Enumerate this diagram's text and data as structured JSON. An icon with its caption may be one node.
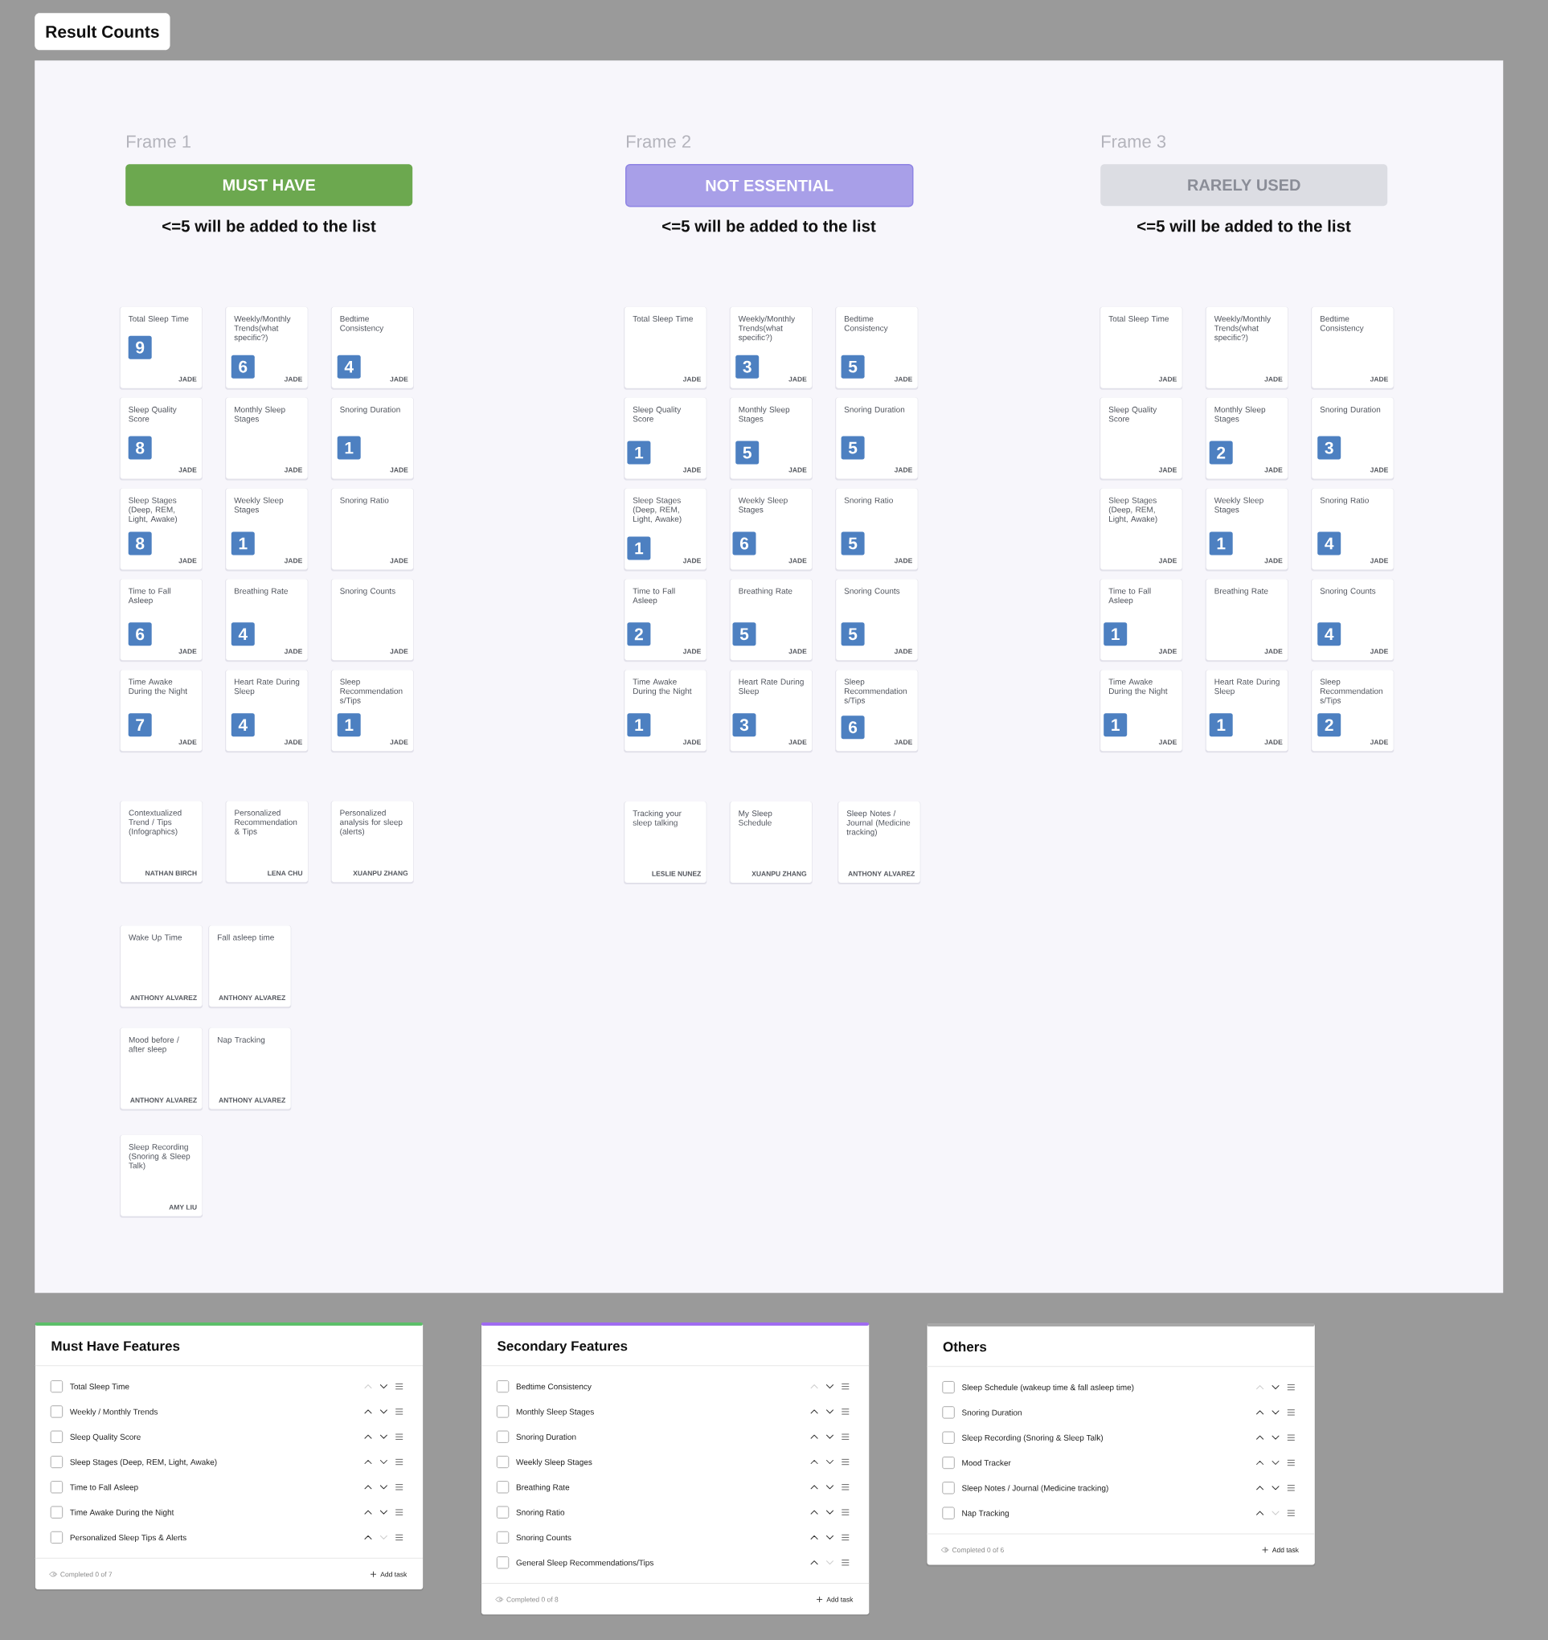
{
  "diagram": {
    "title": "Result Counts",
    "nodes": [
      {
        "text": [],
        "shape": "box"
      },
      {
        "text": [
          "MUST HAVE"
        ],
        "in": 0,
        "beside": [
          "<=5 will be added to the list"
        ]
      },
      {
        "text": [
          "Total Sleep Time",
          "JADE"
        ],
        "in": 0
      },
      {
        "text": [
          "9"
        ],
        "in": 2
      },
      {
        "text": [
          "Weekly/Monthly Trends(what specific?)",
          "JADE"
        ],
        "in": 0
      },
      {
        "text": [
          "6"
        ],
        "in": 4
      },
      {
        "text": [
          "Bedtime Consistency",
          "JADE"
        ],
        "in": 0
      },
      {
        "text": [
          "4"
        ],
        "in": 6
      },
      {
        "text": [
          "Sleep Quality Score",
          "JADE"
        ],
        "in": 0
      },
      {
        "text": [
          "8"
        ],
        "in": 8
      },
      {
        "text": [
          "Monthly Sleep Stages",
          "JADE"
        ],
        "in": 0
      },
      {
        "text": [
          "Snoring Duration",
          "JADE"
        ],
        "in": 0
      },
      {
        "text": [
          "1"
        ],
        "in": 11
      },
      {
        "text": [
          "Sleep Stages (Deep, REM, Light, Awake)",
          "JADE"
        ],
        "in": 0
      },
      {
        "text": [
          "8"
        ],
        "in": 13
      },
      {
        "text": [
          "Weekly Sleep Stages",
          "JADE"
        ],
        "in": 0
      },
      {
        "text": [
          "1"
        ],
        "in": 15
      },
      {
        "text": [
          "Snoring Ratio",
          "JADE"
        ],
        "in": 0
      },
      {
        "text": [
          "Time to Fall Asleep",
          "JADE"
        ],
        "in": 0
      },
      {
        "text": [
          "6"
        ],
        "in": 18
      },
      {
        "text": [
          "Breathing Rate",
          "JADE"
        ],
        "in": 0
      },
      {
        "text": [
          "4"
        ],
        "in": 20
      },
      {
        "text": [
          "Snoring Counts",
          "JADE"
        ],
        "in": 0
      },
      {
        "text": [
          "Time Awake During the Night",
          "JADE"
        ],
        "in": 0
      },
      {
        "text": [
          "7"
        ],
        "in": 23
      },
      {
        "text": [
          "Heart Rate During Sleep",
          "JADE"
        ],
        "in": 0
      },
      {
        "text": [
          "4"
        ],
        "in": 25
      },
      {
        "text": [
          "Sleep Recommendation s/Tips",
          "JADE"
        ],
        "in": 0
      },
      {
        "text": [
          "1"
        ],
        "in": 27
      },
      {
        "text": [
          "Contextualized Trend / Tips (Infographics)",
          "NATHAN BIRCH"
        ],
        "in": 0
      },
      {
        "text": [
          "Personalized Recommendation & Tips",
          "LENA CHU"
        ],
        "in": 0
      },
      {
        "text": [
          "Personalized analysis for sleep (alerts)",
          "XUANPU ZHANG"
        ],
        "in": 0
      },
      {
        "text": [
          "Wake Up Time",
          "ANTHONY ALVAREZ"
        ],
        "in": 0
      },
      {
        "text": [
          "Fall asleep time",
          "ANTHONY ALVAREZ"
        ],
        "in": 0
      },
      {
        "text": [
          "Mood before / after sleep",
          "ANTHONY ALVAREZ"
        ],
        "in": 0
      },
      {
        "text": [
          "Nap Tracking",
          "ANTHONY ALVAREZ"
        ],
        "in": 0
      },
      {
        "text": [
          "Sleep Recording (Snoring & Sleep Talk)",
          "AMY LIU"
        ],
        "in": 0
      },
      {
        "text": [
          "NOT ESSENTIAL"
        ],
        "in": 0,
        "beside": [
          "<=5 will be added to the list"
        ]
      },
      {
        "text": [
          "Total Sleep Time",
          "JADE"
        ],
        "in": 0
      },
      {
        "text": [
          "Weekly/Monthly Trends(what specific?)",
          "JADE"
        ],
        "in": 0
      },
      {
        "text": [
          "3"
        ],
        "in": 39
      },
      {
        "text": [
          "Bedtime Consistency",
          "JADE"
        ],
        "in": 0
      },
      {
        "text": [
          "5"
        ],
        "in": 41
      },
      {
        "text": [
          "Sleep Quality Score",
          "JADE"
        ],
        "in": 0
      },
      {
        "text": [
          "1"
        ],
        "in": 43
      },
      {
        "text": [
          "Monthly Sleep Stages",
          "JADE"
        ],
        "in": 0
      },
      {
        "text": [
          "5"
        ],
        "in": 45
      },
      {
        "text": [
          "Snoring Duration",
          "JADE"
        ],
        "in": 0
      },
      {
        "text": [
          "5"
        ],
        "in": 47
      },
      {
        "text": [
          "Sleep Stages (Deep, REM, Light, Awake)",
          "JADE"
        ],
        "in": 0
      },
      {
        "text": [
          "1"
        ],
        "in": 49
      },
      {
        "text": [
          "Weekly Sleep Stages",
          "JADE"
        ],
        "in": 0
      },
      {
        "text": [
          "6"
        ],
        "in": 51
      },
      {
        "text": [
          "Snoring Ratio",
          "JADE"
        ],
        "in": 0
      },
      {
        "text": [
          "5"
        ],
        "in": 53
      },
      {
        "text": [
          "Time to Fall Asleep",
          "JADE"
        ],
        "in": 0
      },
      {
        "text": [
          "2"
        ],
        "in": 55
      },
      {
        "text": [
          "Breathing Rate",
          "JADE"
        ],
        "in": 0
      },
      {
        "text": [
          "5"
        ],
        "in": 57
      },
      {
        "text": [
          "Snoring Counts",
          "JADE"
        ],
        "in": 0
      },
      {
        "text": [
          "5"
        ],
        "in": 59
      },
      {
        "text": [
          "Time Awake During the Night",
          "JADE"
        ],
        "in": 0
      },
      {
        "text": [
          "1"
        ],
        "in": 61
      },
      {
        "text": [
          "Heart Rate During Sleep",
          "JADE"
        ],
        "in": 0
      },
      {
        "text": [
          "3"
        ],
        "in": 63
      },
      {
        "text": [
          "Sleep Recommendation s/Tips",
          "JADE"
        ],
        "in": 0
      },
      {
        "text": [
          "6"
        ],
        "in": 65
      },
      {
        "text": [
          "Tracking your sleep talking",
          "LESLIE NUNEZ"
        ],
        "in": 0
      },
      {
        "text": [
          "My Sleep Schedule",
          "XUANPU ZHANG"
        ],
        "in": 0
      },
      {
        "text": [
          "Sleep Notes / Journal (Medicine tracking)",
          "ANTHONY ALVAREZ"
        ],
        "in": 0
      },
      {
        "text": [
          "RARELY USED"
        ],
        "in": 0,
        "beside": [
          "<=5 will be added to the list"
        ]
      },
      {
        "text": [
          "Total Sleep Time",
          "JADE"
        ],
        "in": 0
      },
      {
        "text": [
          "Weekly/Monthly Trends(what specific?)",
          "JADE"
        ],
        "in": 0
      },
      {
        "text": [
          "Bedtime Consistency",
          "JADE"
        ],
        "in": 0
      },
      {
        "text": [
          "Sleep Quality Score",
          "JADE"
        ],
        "in": 0
      },
      {
        "text": [
          "Monthly Sleep Stages",
          "JADE"
        ],
        "in": 0
      },
      {
        "text": [
          "2"
        ],
        "in": 75
      },
      {
        "text": [
          "Snoring Duration",
          "JADE"
        ],
        "in": 0
      },
      {
        "text": [
          "3"
        ],
        "in": 77
      },
      {
        "text": [
          "Sleep Stages (Deep, REM, Light, Awake)",
          "JADE"
        ],
        "in": 0
      },
      {
        "text": [
          "Weekly Sleep Stages",
          "JADE"
        ],
        "in": 0
      },
      {
        "text": [
          "1"
        ],
        "in": 80
      },
      {
        "text": [
          "Snoring Ratio",
          "JADE"
        ],
        "in": 0
      },
      {
        "text": [
          "4"
        ],
        "in": 82
      },
      {
        "text": [
          "Time to Fall Asleep",
          "JADE"
        ],
        "in": 0
      },
      {
        "text": [
          "1"
        ],
        "in": 84
      },
      {
        "text": [
          "Breathing Rate",
          "JADE"
        ],
        "in": 0
      },
      {
        "text": [
          "Snoring Counts",
          "JADE"
        ],
        "in": 0
      },
      {
        "text": [
          "4"
        ],
        "in": 87
      },
      {
        "text": [
          "Time Awake During the Night",
          "JADE"
        ],
        "in": 0
      },
      {
        "text": [
          "1"
        ],
        "in": 89
      },
      {
        "text": [
          "Heart Rate During Sleep",
          "JADE"
        ],
        "in": 0
      },
      {
        "text": [
          "1"
        ],
        "in": 91
      },
      {
        "text": [
          "Sleep Recommendation s/Tips",
          "JADE"
        ],
        "in": 0
      },
      {
        "text": [
          "2"
        ],
        "in": 93
      },
      {
        "text": [
          "Must Have Features",
          "Total Sleep Time",
          "Weekly / Monthly Trends",
          "Sleep Quality Score",
          "Sleep Stages (Deep, REM, Light, Awake)",
          "Time to Fall Asleep",
          "Time Awake During the Night",
          "Personalized Sleep Tips & Alerts",
          "Completed 0 of 7",
          "Add task"
        ]
      },
      {
        "text": [
          "Secondary Features",
          "Bedtime Consistency",
          "Monthly Sleep Stages",
          "Snoring Duration",
          "Weekly Sleep Stages",
          "Breathing Rate",
          "Snoring Ratio",
          "Snoring Counts",
          "General Sleep Recommendations/Tips",
          "Completed 0 of 8",
          "Add task"
        ]
      },
      {
        "text": [
          "Others",
          "Sleep Schedule (wakeup time & fall asleep time)",
          "Snoring Duration",
          "Sleep Recording (Snoring & Sleep Talk)",
          "Mood Tracker",
          "Sleep Notes / Journal (Medicine tracking)",
          "Nap Tracking",
          "Completed 0 of 6",
          "Add task"
        ]
      }
    ],
    "labels": [
      "Frame 1",
      "Frame 2",
      "Frame 3"
    ]
  }
}
